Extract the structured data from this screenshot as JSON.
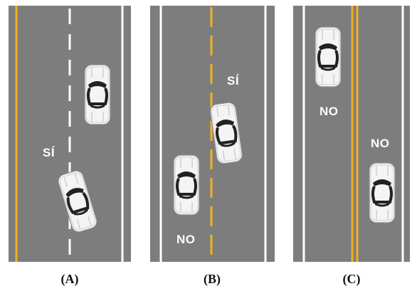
{
  "panels": [
    {
      "caption": "(A)",
      "labels": [
        "SÍ"
      ]
    },
    {
      "caption": "(B)",
      "labels": [
        "SÍ",
        "NO"
      ]
    },
    {
      "caption": "(C)",
      "labels": [
        "NO",
        "NO"
      ]
    }
  ],
  "colors": {
    "road": "#7d7d7d",
    "yellow_line": "#f2b01e",
    "white_line": "#ffffff",
    "car_body": "#f4f4f4",
    "car_window": "#222222"
  }
}
